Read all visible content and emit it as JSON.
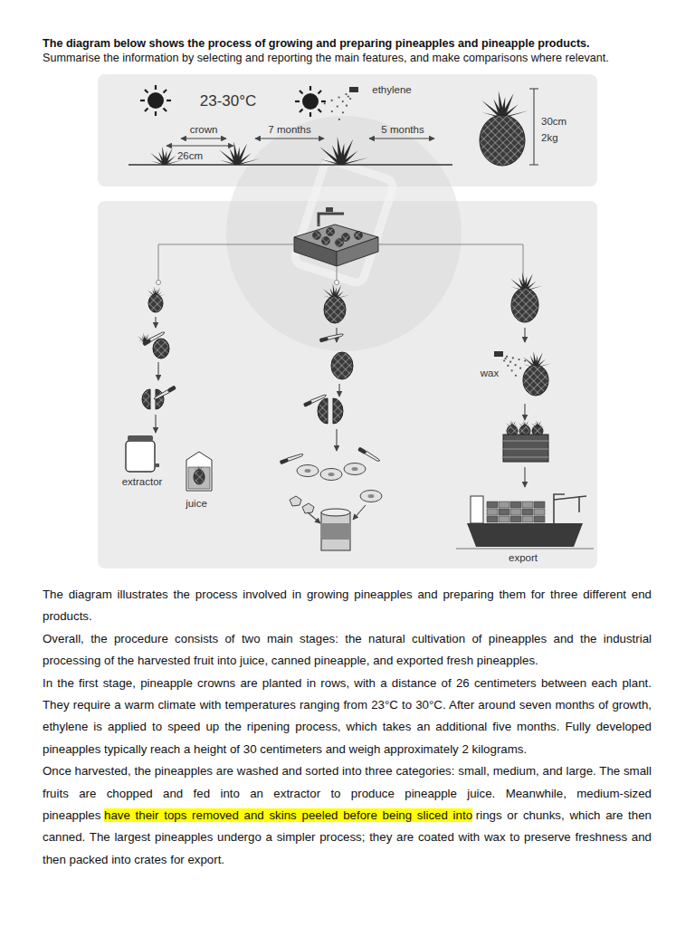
{
  "diagram": {
    "title": "The diagram below shows the process of growing and preparing pineapples and pineapple products.",
    "labels": [
      "Summarise the information by selecting and reporting the main features, and make comparisons where relevant.",
      "23-30°C",
      "ethylene",
      "crown",
      "7 months",
      "5 months",
      "26cm",
      "30cm",
      "2kg",
      "wax",
      "extractor",
      "juice",
      "export",
      "The diagram illustrates the process involved in growing pineapples and preparing them for three different end products.",
      "Overall, the procedure consists of two main stages: the natural cultivation of pineapples and the industrial processing of the harvested fruit into juice, canned pineapple, and exported fresh pineapples.",
      "In the first stage, pineapple crowns are planted in rows, with a distance of 26 centimeters between each plant. They require a warm climate with temperatures ranging from 23°C to 30°C. After around seven months of growth, ethylene is applied to speed up the ripening process, which takes an additional five months. Fully developed pineapples typically reach a height of 30 centimeters and weigh approximately 2 kilograms.",
      "Once harvested, the pineapples are washed and sorted into three categories: small, medium, and large. The small fruits are chopped and fed into an extractor to produce pineapple juice. Meanwhile, medium-sized pineapples",
      "have their tops removed and skins peeled before being sliced into",
      "rings or chunks, which are then canned. The largest pineapples undergo a simpler process; they are coated with wax to preserve freshness and then packed into crates for export."
    ]
  }
}
